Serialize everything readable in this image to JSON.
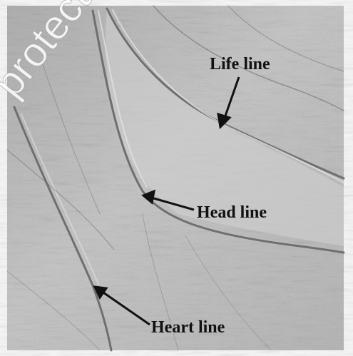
{
  "watermark": "protected",
  "labels": {
    "life_line": "Life line",
    "head_line": "Head line",
    "heart_line": "Heart line"
  },
  "colors": {
    "skin": "#bdbdbd",
    "crease": "#6f6f6f",
    "label_text": "#111111"
  }
}
